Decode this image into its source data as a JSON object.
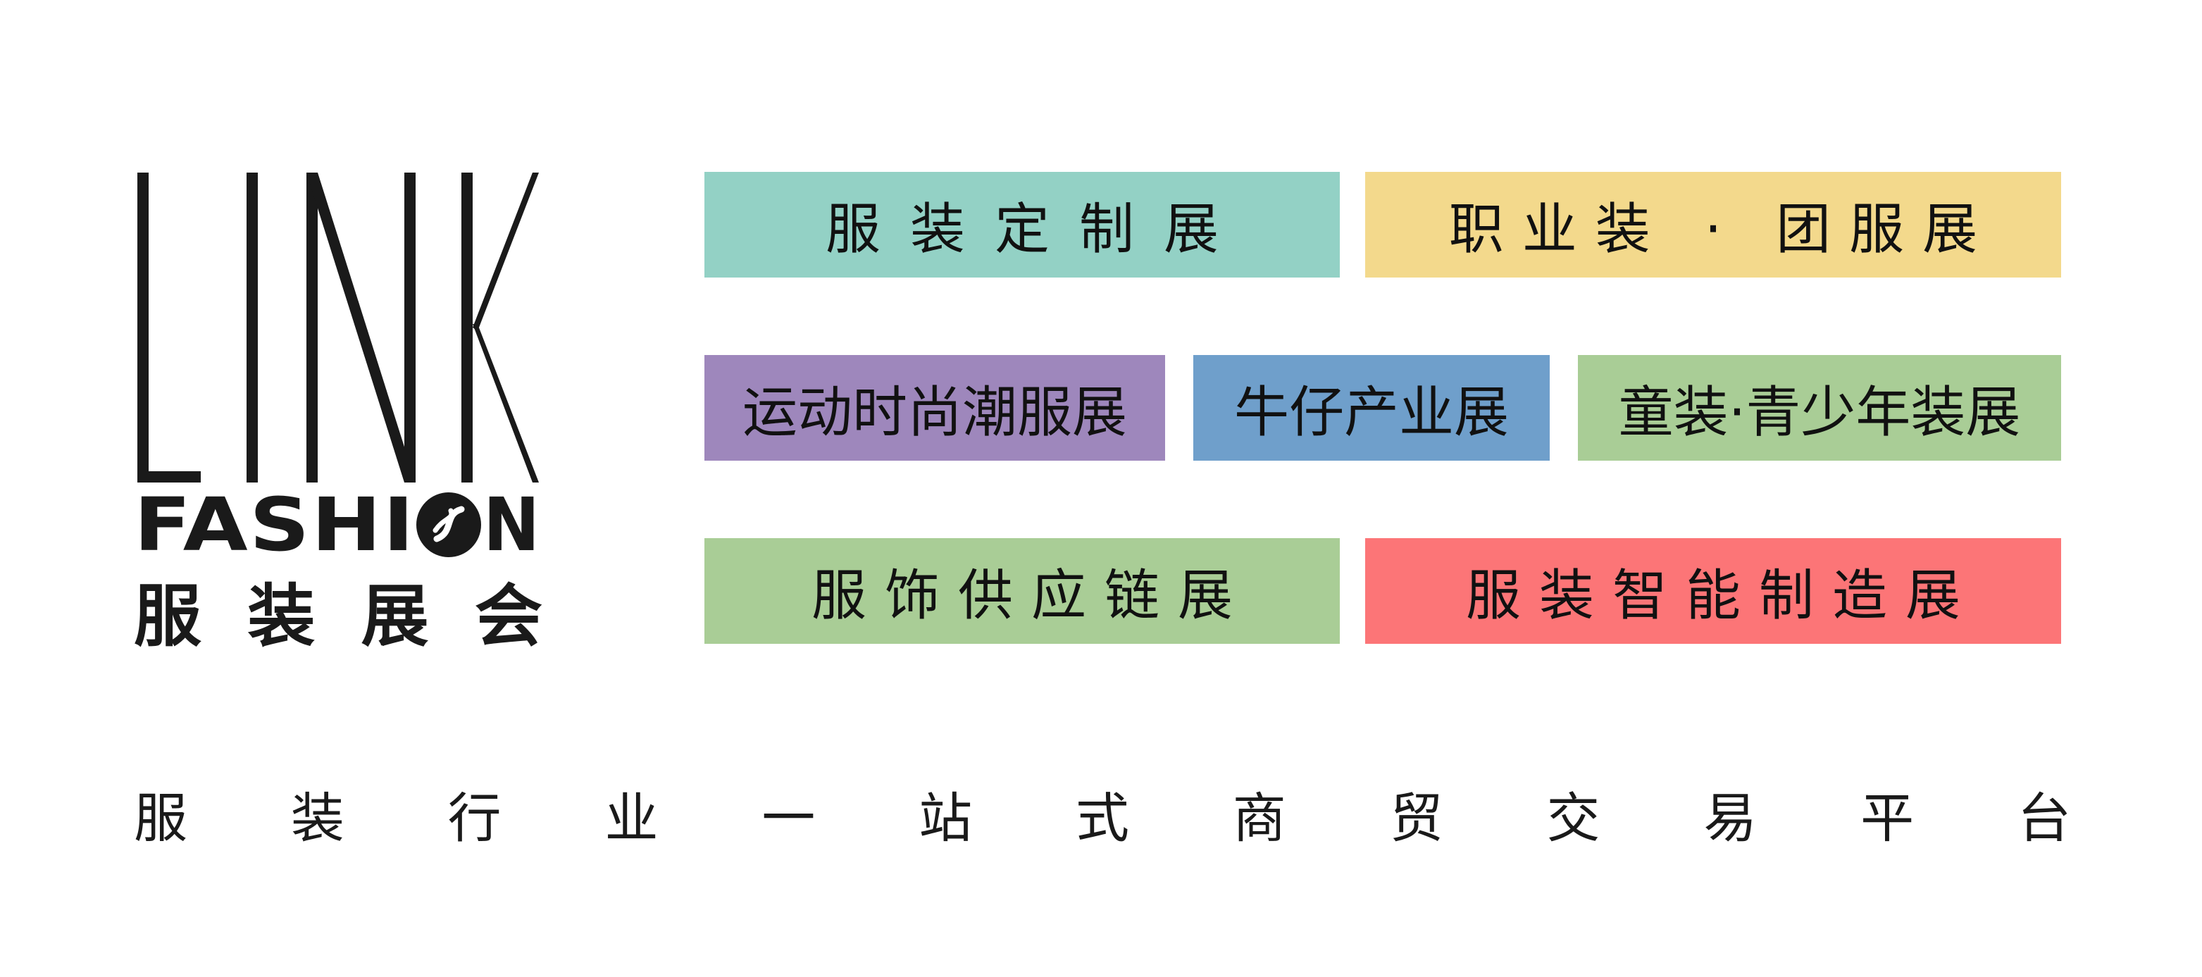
{
  "logo": {
    "letters": "LINK",
    "wordmark": "FASHION",
    "chinese_chars": [
      "服",
      "装",
      "展",
      "会"
    ]
  },
  "tiles": [
    {
      "label": "服装定制展",
      "color": "#93d1c5"
    },
    {
      "label": "职业装 · 团服展",
      "color": "#f3d98c"
    },
    {
      "label": "运动时尚潮服展",
      "color": "#9e87bc"
    },
    {
      "label": "牛仔产业展",
      "color": "#6f9fcb"
    },
    {
      "label": "童装·青少年装展",
      "color": "#a9cd96"
    },
    {
      "label": "服饰供应链展",
      "color": "#a9cd96"
    },
    {
      "label": "服装智能制造展",
      "color": "#fc7577"
    }
  ],
  "tagline": {
    "chars": [
      "服",
      "装",
      "行",
      "业",
      "一",
      "站",
      "式",
      "商",
      "贸",
      "交",
      "易",
      "平",
      "台"
    ]
  }
}
